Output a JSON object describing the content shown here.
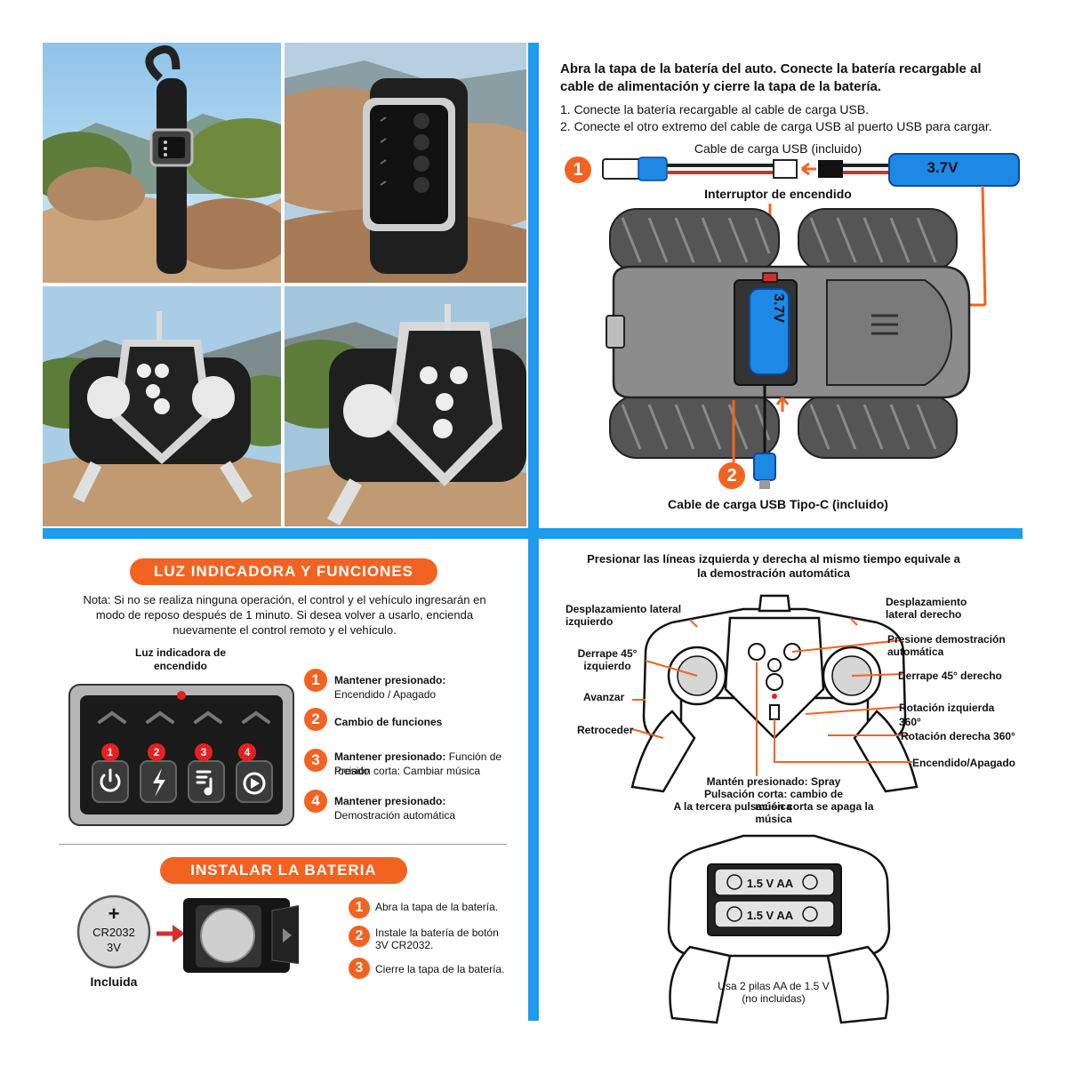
{
  "panel_usb": {
    "heading": "Abra la tapa de la batería del auto. Conecte la batería recargable al cable de alimentación y cierre la tapa de la batería.",
    "step1": "1. Conecte la batería recargable al cable de carga USB.",
    "step2": "2. Conecte el otro extremo del cable de carga USB al puerto USB para cargar.",
    "cable_label": "Cable de carga USB (incluido)",
    "battery_label": "3.7V",
    "switch_label": "Interruptor de encendido",
    "car_battery_label": "3.7V",
    "marker1": "1",
    "marker2": "2",
    "typec_label": "Cable de carga USB Tipo-C (incluido)"
  },
  "panel_indicator": {
    "banner": "LUZ INDICADORA Y FUNCIONES",
    "note": "Nota: Si no se realiza ninguna operación, el control y el vehículo ingresarán en modo de reposo después de 1 minuto. Si desea volver a usarlo, encienda nuevamente el control remoto y el vehículo.",
    "power_light_label": "Luz indicadora de encendido",
    "button_numbers": [
      "1",
      "2",
      "3",
      "4"
    ],
    "functions": [
      {
        "number": "1",
        "bold": "Mantener presionado:",
        "text": "Encendido / Apagado"
      },
      {
        "number": "2",
        "bold": "Cambio de funciones",
        "text": ""
      },
      {
        "number": "3",
        "bold": "Mantener presionado:",
        "text": "Función de rociado",
        "text2": "Presión corta: Cambiar música"
      },
      {
        "number": "4",
        "bold": "Mantener presionado:",
        "text": "Demostración automática"
      }
    ],
    "battery_banner": "INSTALAR LA BATERIA",
    "coin_plus": "+",
    "coin_model": "CR2032",
    "coin_voltage": "3V",
    "coin_included": "Incluida",
    "install_steps": [
      {
        "number": "1",
        "text": "Abra la tapa de la batería."
      },
      {
        "number": "2",
        "text": "Instale la batería de botón 3V CR2032."
      },
      {
        "number": "3",
        "text": "Cierre la tapa de la batería."
      }
    ]
  },
  "panel_controller": {
    "heading": "Presionar las líneas izquierda y derecha al mismo tiempo equivale a la demostración automática",
    "labels": {
      "left_shift": "Desplazamiento lateral izquierdo",
      "right_shift": "Desplazamiento lateral derecho",
      "auto_demo": "Presione demostración automática",
      "drift_left": "Derrape 45° izquierdo",
      "drift_right": "Derrape 45° derecho",
      "forward": "Avanzar",
      "backward": "Retroceder",
      "rot_left": "Rotación izquierda 360°",
      "rot_right": "Rotación derecha 360°",
      "power": "Encendido/Apagado",
      "spray_hold": "Mantén presionado: Spray",
      "music_short": "Pulsación corta: cambio de música",
      "music_off": "A la tercera pulsación corta se apaga la música"
    },
    "aa_label": "1.5 V AA",
    "aa_note": "Usa 2 pilas AA de 1.5 V (no incluidas)"
  },
  "colors": {
    "accent_orange": "#f26322",
    "divider_blue": "#1e9bec",
    "battery_blue": "#1e88e5"
  }
}
